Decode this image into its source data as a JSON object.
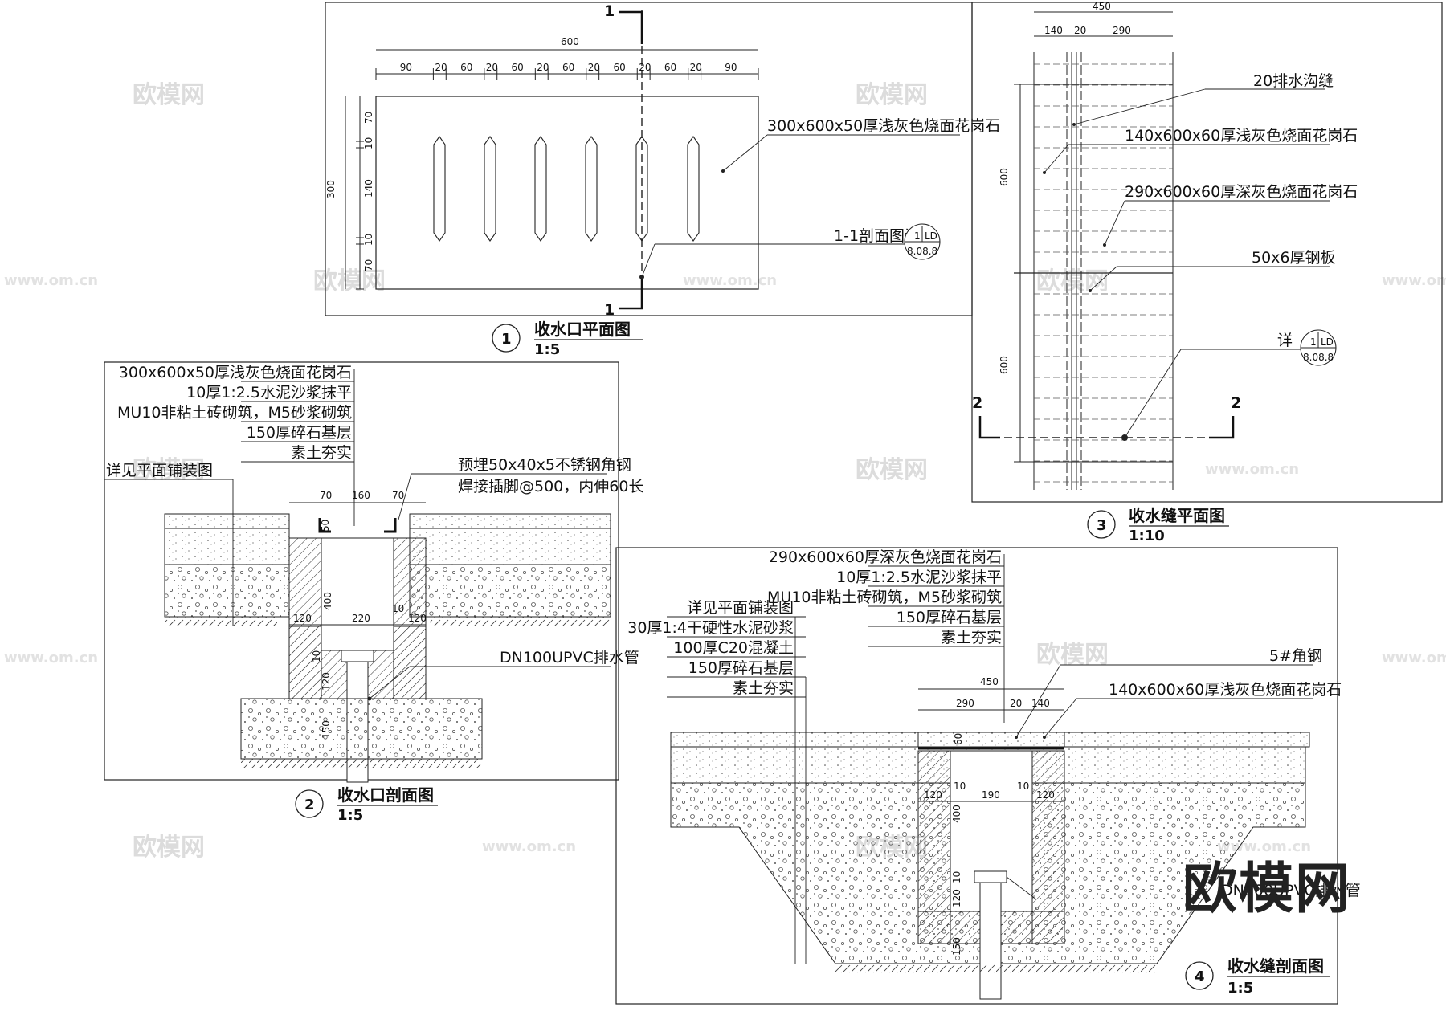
{
  "watermark": {
    "brand": "欧模网",
    "url": "www.om.cn",
    "logo": "欧模网"
  },
  "plan1": {
    "number": "1",
    "title": "收水口平面图",
    "scale": "1:5",
    "overall_dim": "600",
    "top_dims": [
      "90",
      "20",
      "60",
      "20",
      "60",
      "20",
      "60",
      "20",
      "60",
      "20",
      "60",
      "20",
      "90"
    ],
    "left_total": "300",
    "left_dims": [
      "70",
      "10",
      "140",
      "10",
      "70"
    ],
    "label_stone": "300x600x50厚浅灰色烧面花岗石",
    "label_section": "1-1剖面图详",
    "section_mark": "1",
    "ref": {
      "num": "1",
      "code": "LD",
      "page": "8.08.8"
    }
  },
  "section2": {
    "number": "2",
    "title": "收水口剖面图",
    "scale": "1:5",
    "layers": [
      "300x600x50厚浅灰色烧面花岗石",
      "10厚1:2.5水泥沙浆抹平",
      "MU10非粘土砖砌筑，M5砂浆砌筑",
      "150厚碎石基层",
      "素土夯实"
    ],
    "label_paving": "详见平面铺装图",
    "label_angle_1": "预埋50x40x5不锈钢角钢",
    "label_angle_2": "焊接插脚@500，内伸60长",
    "label_pipe": "DN100UPVC排水管",
    "dims_top": [
      "70",
      "160",
      "70"
    ],
    "dim_50": "50",
    "dim_400": "400",
    "dims_mid": [
      "120",
      "220",
      "10",
      "120"
    ],
    "dims_low": [
      "10",
      "120",
      "150"
    ]
  },
  "plan3": {
    "number": "3",
    "title": "收水缝平面图",
    "scale": "1:10",
    "dim_total": "450",
    "dims_top": [
      "140",
      "20",
      "290"
    ],
    "dims_left": [
      "600",
      "600"
    ],
    "labels": [
      "20排水沟缝",
      "140x600x60厚浅灰色烧面花岗石",
      "290x600x60厚深灰色烧面花岗石",
      "50x6厚钢板"
    ],
    "detail_label": "详",
    "ref": {
      "num": "1",
      "code": "LD",
      "page": "8.08.8"
    },
    "section_mark": "2"
  },
  "section4": {
    "number": "4",
    "title": "收水缝剖面图",
    "scale": "1:5",
    "layers": [
      "290x600x60厚深灰色烧面花岗石",
      "10厚1:2.5水泥沙浆抹平",
      "MU10非粘土砖砌筑，M5砂浆砌筑",
      "150厚碎石基层",
      "素土夯实"
    ],
    "layers_left": [
      "详见平面铺装图",
      "30厚1:4干硬性水泥砂浆",
      "100厚C20混凝土",
      "150厚碎石基层",
      "素土夯实"
    ],
    "label_angle": "5#角钢",
    "label_stone": "140x600x60厚浅灰色烧面花岗石",
    "label_pipe": "DN100UPVC排水管",
    "dim_total": "450",
    "dims_top": [
      "290",
      "20",
      "140"
    ],
    "dim_60": "60",
    "dims_mid": [
      "120",
      "10",
      "190",
      "10",
      "120"
    ],
    "dims_left": [
      "400",
      "120",
      "10",
      "150"
    ]
  }
}
